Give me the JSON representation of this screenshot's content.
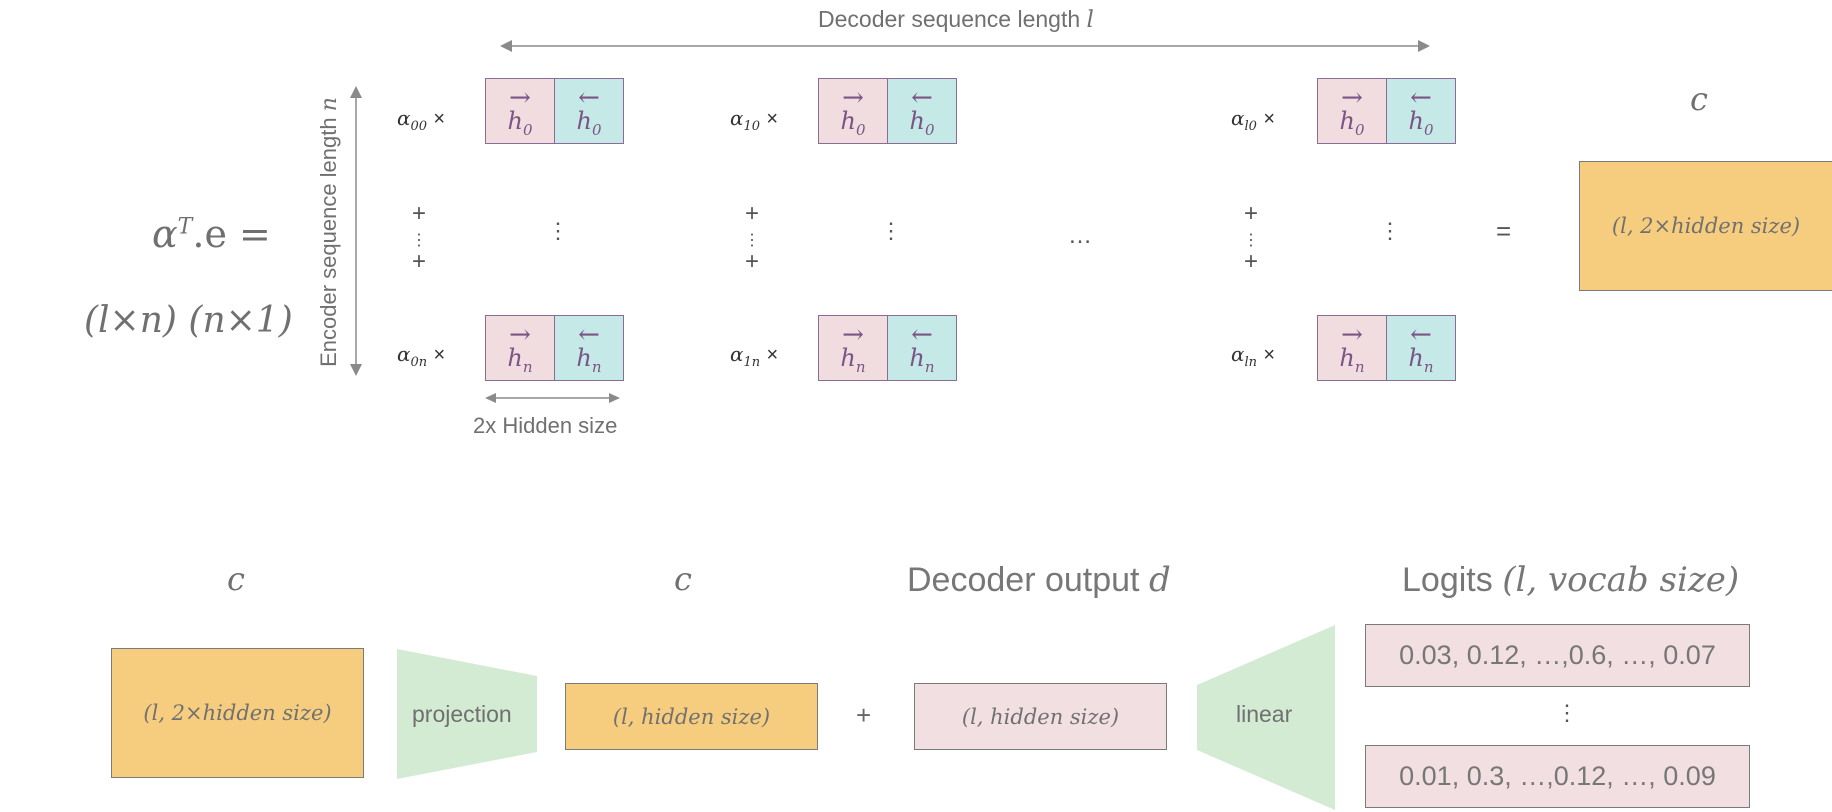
{
  "top": {
    "decoder_seq_label": "Decoder sequence length",
    "decoder_seq_var": "l",
    "encoder_seq_label": "Encoder sequence length",
    "encoder_seq_var": "n",
    "hidden_size_label": "2x Hidden size",
    "equation_lhs": "α",
    "equation_sup": "T",
    "equation_rest": ".e =",
    "dims": "(l×n) (n×1)",
    "alphas": {
      "col0_top": "α",
      "col0_top_sub": "00",
      "col0_bot": "α",
      "col0_bot_sub": "0n",
      "col1_top": "α",
      "col1_top_sub": "10",
      "col1_bot": "α",
      "col1_bot_sub": "1n",
      "col2_top": "α",
      "col2_top_sub": "l0",
      "col2_bot": "α",
      "col2_bot_sub": "ln",
      "times": "×"
    },
    "hidden": {
      "fwd_arrow": "→",
      "bwd_arrow": "←",
      "h": "h",
      "sub_top": "0",
      "sub_bot": "n"
    },
    "ellipsis": "…",
    "equals": "=",
    "result_var": "c",
    "result_box": "(l, 2×hidden size)"
  },
  "bottom": {
    "c1_var": "c",
    "c1_box": "(l, 2×hidden size)",
    "projection_label": "projection",
    "c2_var": "c",
    "c2_box": "(l, hidden size)",
    "plus": "+",
    "decoder_output_label": "Decoder output",
    "decoder_output_var": "d",
    "decoder_box": "(l, hidden size)",
    "linear_label": "linear",
    "logits_label": "Logits",
    "logits_dims": "(l, vocab size)",
    "logits_row1": "0.03, 0.12, …,0.6, …, 0.07",
    "logits_row2": "0.01, 0.3, …,0.12, …, 0.09",
    "vdots": "⋮"
  },
  "colors": {
    "forward_cell": "#f1dde0",
    "backward_cell": "#c5e9e7",
    "context_box": "#f6cd7e",
    "decoder_box": "#f2dfe1",
    "layer_trapezoid": "#d3ebd3"
  }
}
